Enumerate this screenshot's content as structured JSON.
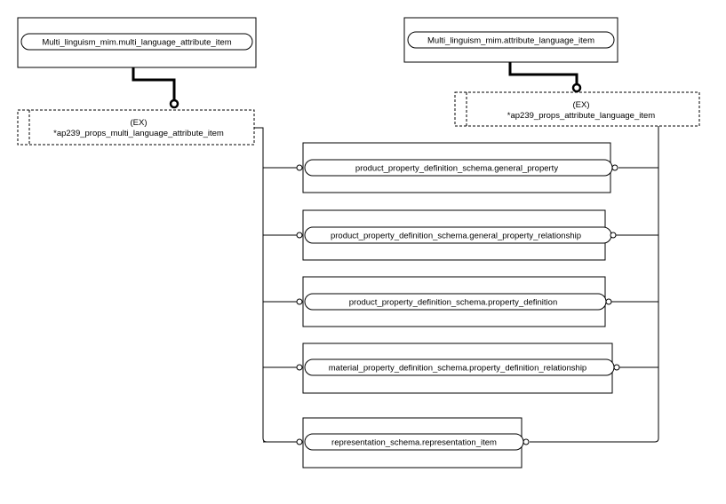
{
  "top_entities": {
    "left": {
      "label": "Multi_linguism_mim.multi_language_attribute_item"
    },
    "right": {
      "label": "Multi_linguism_mim.attribute_language_item"
    }
  },
  "extensible_selects": {
    "left": {
      "tag": "(EX)",
      "name": "*ap239_props_multi_language_attribute_item"
    },
    "right": {
      "tag": "(EX)",
      "name": "*ap239_props_attribute_language_item"
    }
  },
  "members": [
    {
      "label": "product_property_definition_schema.general_property"
    },
    {
      "label": "product_property_definition_schema.general_property_relationship"
    },
    {
      "label": "product_property_definition_schema.property_definition"
    },
    {
      "label": "material_property_definition_schema.property_definition_relationship"
    },
    {
      "label": "representation_schema.representation_item"
    }
  ]
}
